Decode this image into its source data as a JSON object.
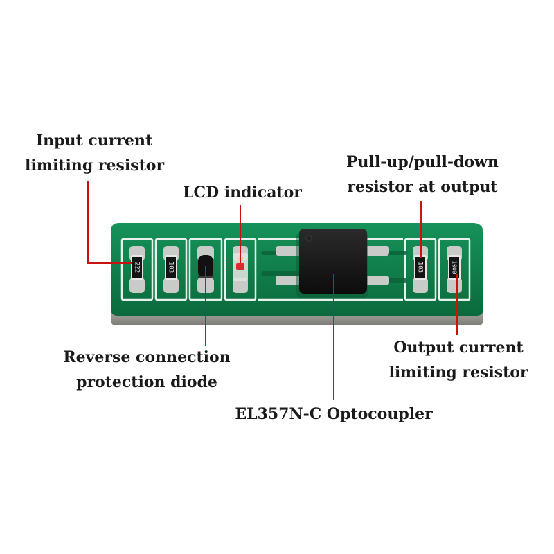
{
  "labels": {
    "input_resistor": [
      "Input current",
      "limiting resistor"
    ],
    "lcd_indicator": "LCD indicator",
    "pullup_resistor": [
      "Pull-up/pull-down",
      "resistor at output"
    ],
    "reverse_diode": [
      "Reverse connection",
      "protection diode"
    ],
    "optocoupler": "EL357N-C Optocoupler",
    "output_resistor": [
      "Output current",
      "limiting resistor"
    ]
  },
  "components": {
    "r1_code": "222",
    "r2_code": "103",
    "r3_code": "103",
    "r4_code": "1000"
  },
  "colors": {
    "pcb": "#0f7a45",
    "pcb_edge": "#9a9a94",
    "silkscreen": "#e8f2ec",
    "pad": "#c9cbc8",
    "leader": "#cc1111",
    "chip": "#141414",
    "led": "#d92c2c"
  }
}
